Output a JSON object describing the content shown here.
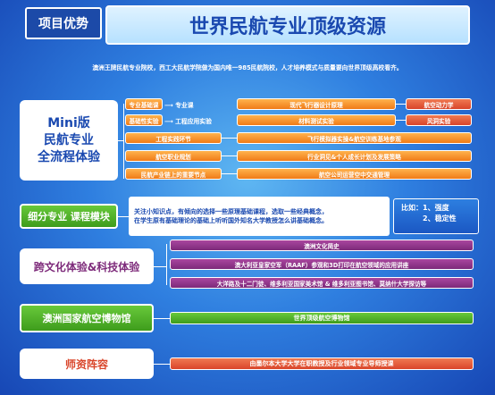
{
  "header": {
    "tag": "项目优势",
    "title": "世界民航专业顶级资源"
  },
  "intro": "澳洲王牌民航专业院校，西工大民航学院做为国内唯一985民航院校，人才培养模式与质量要向世界顶级高校看齐。",
  "mini": {
    "line1": "Mini版",
    "line2": "民航专业",
    "line3": "全流程体验"
  },
  "rows": {
    "r1": {
      "left": "专业基础课",
      "arrow": "⟶ 专业课",
      "mid": "现代飞行器设计原理",
      "right": "航空动力学"
    },
    "r2": {
      "left": "基础性实验",
      "arrow": "⟶ 工程应用实验",
      "mid": "材料测试实验",
      "right": "风洞实验"
    },
    "r3": {
      "left": "工程实践环节",
      "mid": "飞行模拟器实操&航空训练基地参观"
    },
    "r4": {
      "left": "航空职业规划",
      "mid": "行业洞见&个人成长计划及发展策略"
    },
    "r5": {
      "left": "民航产业链上的重要节点",
      "mid": "航空公司运营空中交通管理"
    }
  },
  "module": {
    "label": "细分专业 课程模块",
    "line1": "关注小知识点，有倾向的选择一些原理基础课程，选取一些经典概念，",
    "line2": "在学生原有基础理论的基础上听听国外知名大学教授怎么讲基础概念。",
    "compare_title": "比如：1、强度",
    "compare_2": "2、稳定性"
  },
  "culture": {
    "label": "跨文化体验&科技体验",
    "items": [
      "澳洲文化简史",
      "澳大利亚皇家空军（RAAF）参观和3D打印在航空领域的应用讲座",
      "大洋路及十二门徒、维多利亚国家美术馆 & 维多利亚图书馆、莫纳什大学探访等"
    ]
  },
  "museum": {
    "label": "澳洲国家航空博物馆",
    "item": "世界顶级航空博物馆"
  },
  "faculty": {
    "label": "师资阵容",
    "item": "由墨尔本大学大学在职教授及行业领域专业导师授课"
  }
}
